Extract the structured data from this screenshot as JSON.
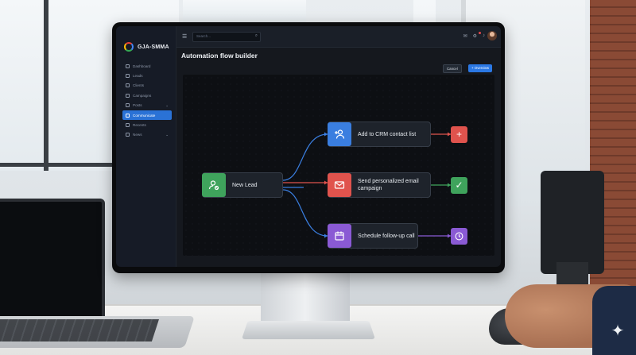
{
  "app": {
    "brand": "GJA-SMMA",
    "page_title": "Automation flow builder"
  },
  "sidebar": {
    "items": [
      {
        "label": "Dashboard",
        "active": false,
        "chevron": false
      },
      {
        "label": "Leads",
        "active": false,
        "chevron": false
      },
      {
        "label": "Clients",
        "active": false,
        "chevron": false
      },
      {
        "label": "Campaigns",
        "active": false,
        "chevron": false
      },
      {
        "label": "Posts",
        "active": false,
        "chevron": true
      },
      {
        "label": "Communicate",
        "active": true,
        "chevron": false
      },
      {
        "label": "Recents",
        "active": false,
        "chevron": false
      },
      {
        "label": "News",
        "active": false,
        "chevron": true
      }
    ]
  },
  "topbar": {
    "search_placeholder": "Search..."
  },
  "actions": {
    "cancel_label": "Cancel",
    "overview_label": "+ Overview"
  },
  "flow": {
    "trigger": {
      "label": "New Lead",
      "icon": "user-check-icon",
      "color": "#3fa35c"
    },
    "steps": [
      {
        "label": "Add to CRM contact list",
        "icon": "user-plus-icon",
        "color": "#3a7ee0",
        "wire_color": "#e0534d",
        "end_icon": "plus-icon",
        "end_color": "#e0534d"
      },
      {
        "label": "Send personalized email campaign",
        "icon": "mail-icon",
        "color": "#e0534d",
        "wire_color": "#3fa35c",
        "end_icon": "check-icon",
        "end_color": "#3fa35c"
      },
      {
        "label": "Schedule follow-up call",
        "icon": "calendar-icon",
        "color": "#8a5ad4",
        "wire_color": "#8a5ad4",
        "end_icon": "clock-icon",
        "end_color": "#8a5ad4"
      }
    ],
    "connector_color": "#3a7ee0"
  },
  "colors": {
    "accent": "#2b78e4",
    "screen_bg": "#15181e"
  }
}
